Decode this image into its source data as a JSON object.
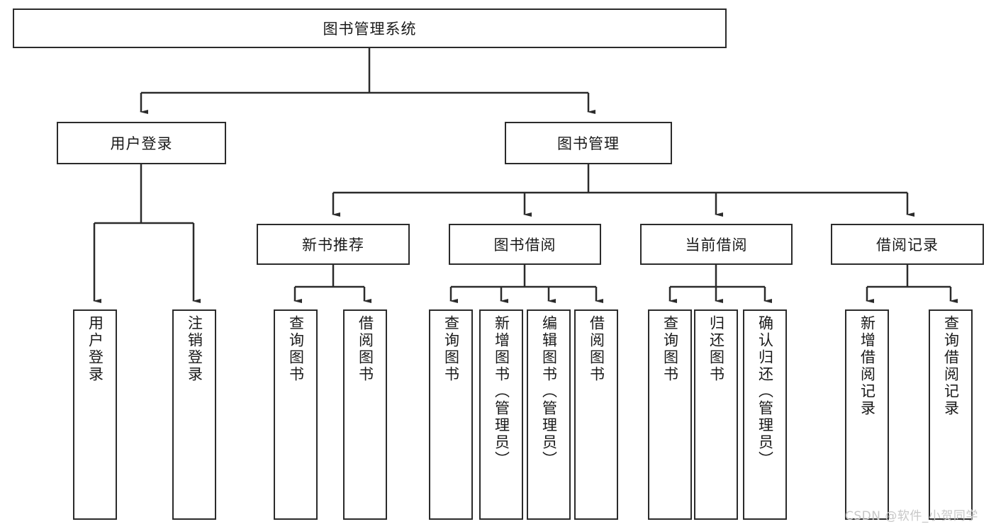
{
  "diagram": {
    "title": "图书管理系统",
    "type": "tree-hierarchy",
    "root": {
      "label": "图书管理系统"
    },
    "level2": [
      {
        "label": "用户登录"
      },
      {
        "label": "图书管理"
      }
    ],
    "level3": [
      {
        "label": "新书推荐"
      },
      {
        "label": "图书借阅"
      },
      {
        "label": "当前借阅"
      },
      {
        "label": "借阅记录"
      }
    ],
    "leaves": {
      "user_login": [
        {
          "label": "用户登录"
        },
        {
          "label": "注销登录"
        }
      ],
      "new_book_recommend": [
        {
          "label": "查询图书"
        },
        {
          "label": "借阅图书"
        }
      ],
      "book_borrow": [
        {
          "label": "查询图书"
        },
        {
          "label": "新增图书（管理员）"
        },
        {
          "label": "编辑图书（管理员）"
        },
        {
          "label": "借阅图书"
        }
      ],
      "current_borrow": [
        {
          "label": "查询图书"
        },
        {
          "label": "归还图书"
        },
        {
          "label": "确认归还（管理员）"
        }
      ],
      "borrow_records": [
        {
          "label": "新增借阅记录"
        },
        {
          "label": "查询借阅记录"
        }
      ]
    }
  },
  "watermark": {
    "text": "CSDN @软件_小贺同学"
  },
  "colors": {
    "stroke": "#2b2b2b",
    "background": "#ffffff",
    "text": "#1a1a1a",
    "watermark": "#c7c7c7"
  }
}
